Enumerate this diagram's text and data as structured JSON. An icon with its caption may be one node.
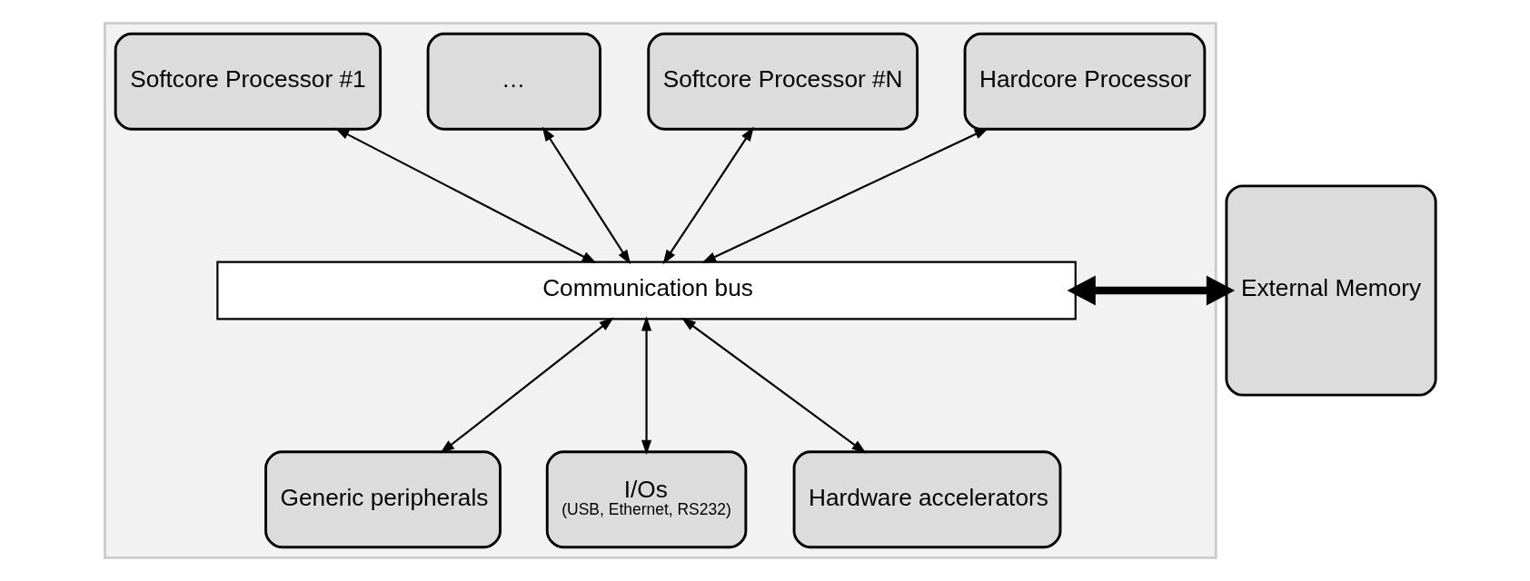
{
  "diagram": {
    "nodes": [
      {
        "text": [],
        "shape": "box"
      },
      {
        "text": [
          "Softcore Processor #1"
        ],
        "in": 0
      },
      {
        "text": [
          "…"
        ],
        "in": 0
      },
      {
        "text": [
          "Softcore Processor #N"
        ],
        "in": 0
      },
      {
        "text": [
          "Hardcore Processor"
        ],
        "in": 0
      },
      {
        "text": [
          "Communication bus"
        ],
        "in": 0
      },
      {
        "text": [
          "Generic peripherals"
        ],
        "in": 0
      },
      {
        "text": [
          "I/Os",
          "(USB, Ethernet, RS232)"
        ],
        "in": 0
      },
      {
        "text": [
          "Hardware accelerators"
        ],
        "in": 0
      },
      {
        "text": [
          "External Memory"
        ]
      }
    ],
    "edges": [
      {
        "from": 1,
        "to": 5,
        "arrow": "both"
      },
      {
        "from": 2,
        "to": 5,
        "arrow": "both"
      },
      {
        "from": 3,
        "to": 5,
        "arrow": "both"
      },
      {
        "from": 4,
        "to": 5,
        "arrow": "both"
      },
      {
        "from": 5,
        "to": 6,
        "arrow": "both"
      },
      {
        "from": 5,
        "to": 7,
        "arrow": "both"
      },
      {
        "from": 5,
        "to": 8,
        "arrow": "both"
      },
      {
        "from": 5,
        "to": 9,
        "arrow": "both",
        "style": "thick"
      }
    ]
  }
}
